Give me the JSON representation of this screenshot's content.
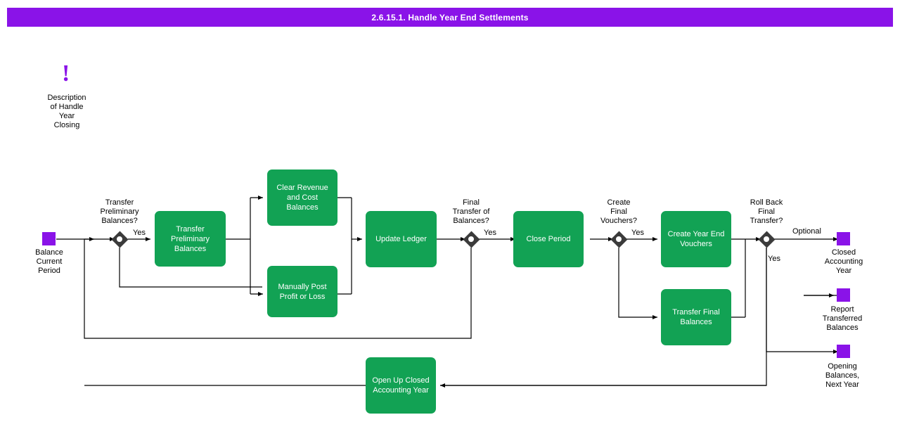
{
  "header": {
    "title": "2.6.15.1. Handle Year End Settlements"
  },
  "note": {
    "icon": "!",
    "label": "Description\nof Handle\nYear\nClosing"
  },
  "tasks": [
    {
      "id": "transfer-preliminary-balances",
      "label": "Transfer\nPreliminary\nBalances"
    },
    {
      "id": "clear-revenue-and-cost-balances",
      "label": "Clear Revenue\nand Cost\nBalances"
    },
    {
      "id": "manually-post-profit-or-loss",
      "label": "Manually Post\nProfit or Loss"
    },
    {
      "id": "update-ledger",
      "label": "Update Ledger"
    },
    {
      "id": "close-period",
      "label": "Close Period"
    },
    {
      "id": "create-year-end-vouchers",
      "label": "Create Year End\nVouchers"
    },
    {
      "id": "transfer-final-balances",
      "label": "Transfer Final\nBalances"
    },
    {
      "id": "open-up-closed-accounting-year",
      "label": "Open Up Closed\nAccounting Year"
    }
  ],
  "gateways": [
    {
      "id": "transfer-preliminary-balances-gateway",
      "label": "Transfer\nPreliminary\nBalances?"
    },
    {
      "id": "final-transfer-of-balances-gateway",
      "label": "Final\nTransfer of\nBalances?"
    },
    {
      "id": "create-final-vouchers-gateway",
      "label": "Create\nFinal\nVouchers?"
    },
    {
      "id": "roll-back-final-transfer-gateway",
      "label": "Roll Back\nFinal\nTransfer?"
    }
  ],
  "data_objects": [
    {
      "id": "balance-current-period",
      "label": "Balance\nCurrent\nPeriod"
    },
    {
      "id": "closed-accounting-year",
      "label": "Closed\nAccounting\nYear"
    },
    {
      "id": "report-transferred-balances",
      "label": "Report\nTransferred\nBalances"
    },
    {
      "id": "opening-balances-next-year",
      "label": "Opening\nBalances,\nNext Year"
    }
  ],
  "flow_labels": [
    {
      "id": "yes-after-transfer-preliminary-gateway",
      "text": "Yes"
    },
    {
      "id": "yes-after-final-transfer-gateway",
      "text": "Yes"
    },
    {
      "id": "yes-after-create-final-vouchers-gateway",
      "text": "Yes"
    },
    {
      "id": "optional-after-roll-back-gateway",
      "text": "Optional"
    },
    {
      "id": "yes-after-roll-back-gateway",
      "text": "Yes"
    }
  ],
  "colors": {
    "title_bar": "#8a13e8",
    "task": "#12a254",
    "data_object": "#8a13e8",
    "gateway": "#3b3b3b",
    "connector": "#000000"
  }
}
